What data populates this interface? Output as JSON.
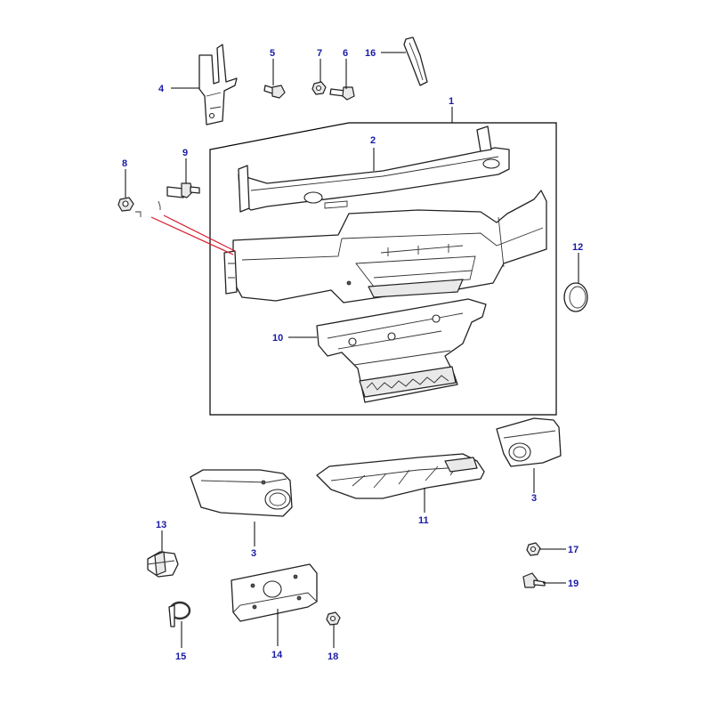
{
  "colors": {
    "callout_number": "#1a1aa6",
    "leader_line": "#000000",
    "highlight_line": "#d81b2a",
    "outline": "#222222"
  },
  "callouts": {
    "c1": "1",
    "c2": "2",
    "c3a": "3",
    "c3b": "3",
    "c4": "4",
    "c5": "5",
    "c6": "6",
    "c7": "7",
    "c8": "8",
    "c9": "9",
    "c10": "10",
    "c11": "11",
    "c12": "12",
    "c13": "13",
    "c14": "14",
    "c15": "15",
    "c16": "16",
    "c17": "17",
    "c18": "18",
    "c19": "19"
  }
}
